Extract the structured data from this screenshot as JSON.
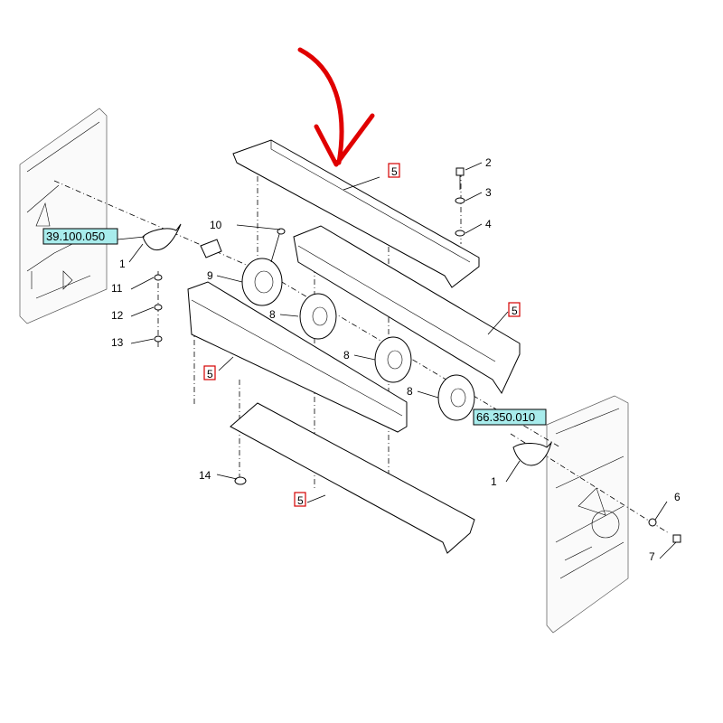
{
  "reference_codes": {
    "left": "39.100.050",
    "right": "66.350.010"
  },
  "callouts": {
    "c1_left": "1",
    "c1_right": "1",
    "c2": "2",
    "c3": "3",
    "c4": "4",
    "c5_top": "5",
    "c5_mid_right": "5",
    "c5_mid_left": "5",
    "c5_bottom": "5",
    "c6": "6",
    "c7": "7",
    "c8_a": "8",
    "c8_b": "8",
    "c8_c": "8",
    "c9": "9",
    "c10": "10",
    "c11": "11",
    "c12": "12",
    "c13": "13",
    "c14": "14"
  },
  "colors": {
    "arrow": "#e00000",
    "highlight_box": "#d40000",
    "ref_fill": "#a8ecec"
  }
}
